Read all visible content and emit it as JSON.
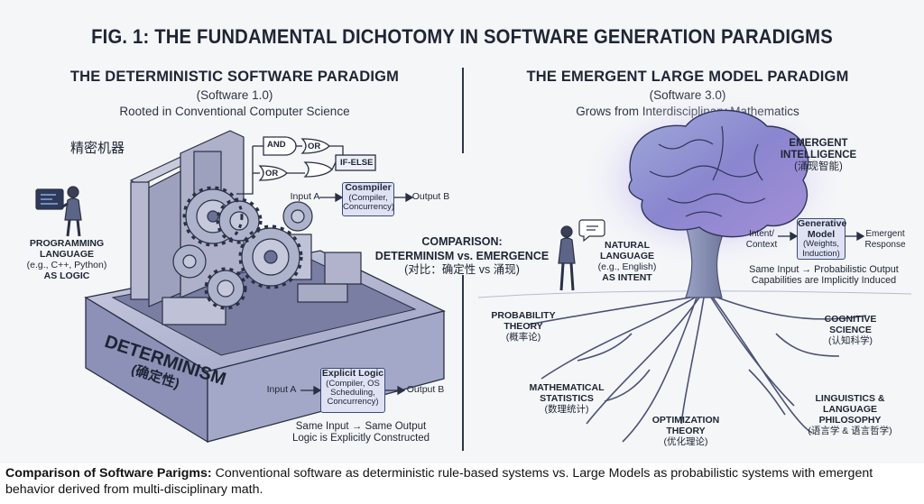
{
  "figure": {
    "title": "FIG. 1: THE FUNDAMENTAL DICHOTOMY IN SOFTWARE GENERATION PARADIGMS"
  },
  "left": {
    "heading": "THE DETERMINISTIC SOFTWARE PARADIGM",
    "version": "(Software 1.0)",
    "subtitle": "Rooted in Conventional Computer Science",
    "machine_label": "精密机器",
    "gates": [
      "AND",
      "OR",
      "OR",
      "IF-ELSE"
    ],
    "compiler_top": {
      "title": "Cosmpiler",
      "detail": "(Compiler, Concurrency)",
      "input": "Input A",
      "output": "Output B"
    },
    "prog_lang": {
      "line1": "PROGRAMMING",
      "line2": "LANGUAGE",
      "line3": "(e.g., C++, Python)",
      "line4": "AS LOGIC"
    },
    "base_label": {
      "line1": "DETERMINISM",
      "line2": "(确定性)"
    },
    "explicit": {
      "title": "Explicit Logic",
      "detail": "(Compiler, OS Scheduling, Concurrency)",
      "input": "Input A",
      "output": "Output B"
    },
    "note": {
      "line1": "Same Input → Same Output",
      "line2": "Logic is Explicitly Constructed"
    }
  },
  "center": {
    "line1": "COMPARISON:",
    "line2": "DETERMINISM vs. EMERGENCE",
    "line3": "(对比：确定性 vs 涌现)"
  },
  "right": {
    "heading": "THE EMERGENT LARGE MODEL PARADIGM",
    "version": "(Software 3.0)",
    "subtitle": "Grows from Interdisciplinary Mathematics",
    "emergent": {
      "line1": "EMERGENT",
      "line2": "INTELLIGENCE",
      "line3": "(涌现智能)"
    },
    "natural_lang": {
      "line1": "NATURAL",
      "line2": "LANGUAGE",
      "line3": "(e.g., English)",
      "line4": "AS INTENT"
    },
    "generative": {
      "title": "Generative Model",
      "detail": "(Weights, Induction)",
      "input": "Intent/ Context",
      "output": "Emergent Response"
    },
    "note": {
      "line1": "Same Input → Probabilistic Output",
      "line2": "Capabilities are Implicitly Induced"
    },
    "roots": {
      "probability": {
        "line1": "PROBABILITY",
        "line2": "THEORY",
        "line3": "(概率论)"
      },
      "cognitive": {
        "line1": "COGNITIVE",
        "line2": "SCIENCE",
        "line3": "(认知科学)"
      },
      "statistics": {
        "line1": "MATHEMATICAL",
        "line2": "STATISTICS",
        "line3": "(数理统计)"
      },
      "linguistics": {
        "line1": "LINGUISTICS &",
        "line2": "LANGUAGE",
        "line3": "PHILOSOPHY",
        "line4": "(语言学 & 语言哲学)"
      },
      "optimization": {
        "line1": "OPTIMIZATION",
        "line2": "THEORY",
        "line3": "(优化理论)"
      }
    }
  },
  "caption": {
    "bold": "Comparison of Software Parigms:",
    "text": " Conventional software as deterministic rule-based systems vs. Large Models as probabilistic systems with emergent behavior derived from multi-disciplinary math."
  },
  "colors": {
    "ink": "#1d2533",
    "box_fill": "#dfe2f3",
    "brain_glow": "#a99be6",
    "base": "#8f93b8"
  }
}
